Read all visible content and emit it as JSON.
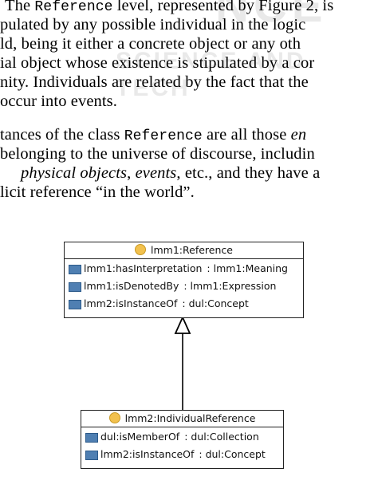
{
  "text_lines": [
    {
      "pre": "The ",
      "mono": "Reference",
      "post": " level, represented by Figure 2, is"
    },
    {
      "pre": "pulated by any possible individual in the logic"
    },
    {
      "pre": "ld, being it either a concrete object or any oth"
    },
    {
      "pre": "ial object whose existence is stipulated by a cor"
    },
    {
      "pre": "nity.  Individuals are related by the fact that the"
    },
    {
      "pre": "occur into events."
    },
    {
      "pre": "tances of the class ",
      "mono": "Reference",
      "post": " are all those ",
      "em": "en"
    },
    {
      "pre": " belonging to the universe of discourse, includin"
    },
    {
      "em1": "physical objects",
      "mid": ", ",
      "em2": "events",
      "post": ", etc., and they have a"
    },
    {
      "pre": "licit reference “in the world”."
    }
  ],
  "watermark": {
    "line1": "NCE",
    "line2": "SCIENCE AND TECH"
  },
  "diagram": {
    "class1": {
      "title": "lmm1:Reference",
      "properties": [
        {
          "name": "lmm1:hasInterpretation",
          "type": ": lmm1:Meaning"
        },
        {
          "name": "lmm1:isDenotedBy",
          "type": ": lmm1:Expression"
        },
        {
          "name": "lmm2:isInstanceOf",
          "type": ": dul:Concept"
        }
      ]
    },
    "class2": {
      "title": "lmm2:IndividualReference",
      "properties": [
        {
          "name": "dul:isMemberOf",
          "type": ": dul:Collection"
        },
        {
          "name": "lmm2:isInstanceOf",
          "type": ": dul:Concept"
        }
      ]
    },
    "colors": {
      "class_icon": "#f2c14e",
      "property_icon": "#4f7fb2"
    },
    "icons": {
      "class": "class-circle-icon",
      "property": "property-square-icon",
      "arrow": "generalization-triangle-icon"
    }
  }
}
